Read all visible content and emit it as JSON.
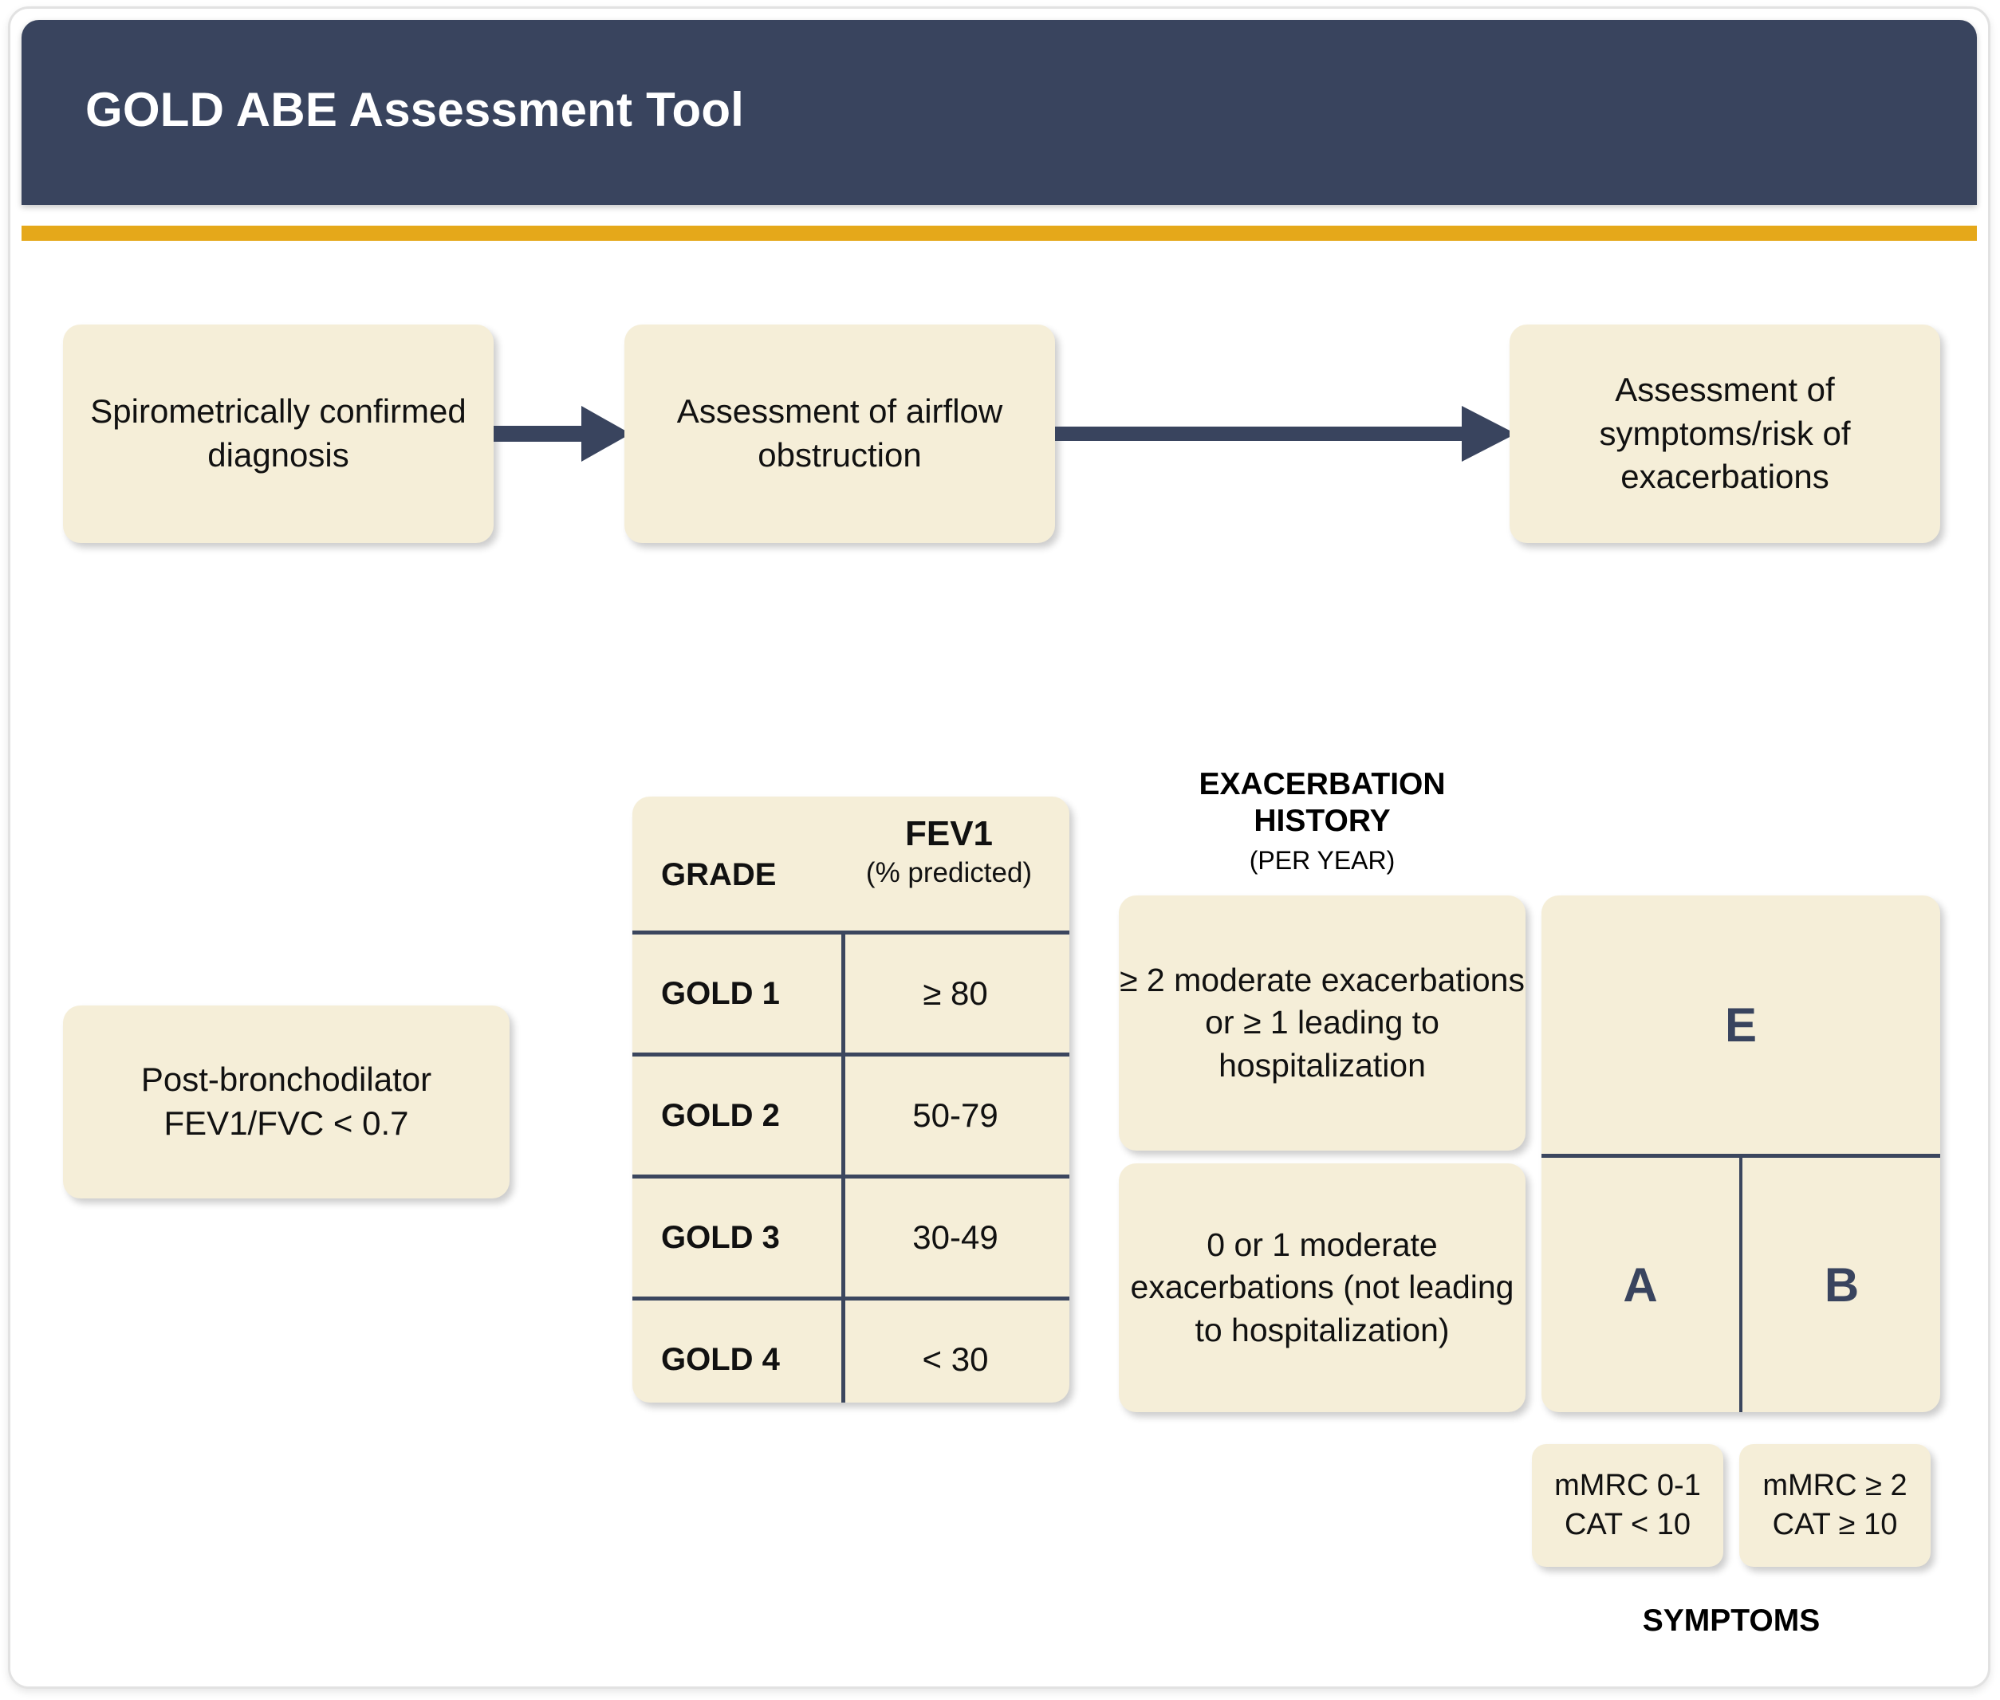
{
  "header": {
    "title": "GOLD ABE Assessment Tool",
    "bar_color": "#39445e",
    "accent_color": "#e5a81a"
  },
  "flow": {
    "step1": "Spirometrically confirmed diagnosis",
    "step2": "Assessment of airflow obstruction",
    "step3": "Assessment of symptoms/risk of exacerbations",
    "arrow1": "arrow-right",
    "arrow2": "arrow-right"
  },
  "criteria": {
    "post_bronchodilator": "Post-bronchodilator FEV1/FVC < 0.7"
  },
  "grade_table": {
    "header_grade": "GRADE",
    "header_fev1": "FEV1",
    "header_fev1_sub": "(% predicted)",
    "rows": [
      {
        "grade": "GOLD 1",
        "value": "≥ 80"
      },
      {
        "grade": "GOLD 2",
        "value": "50-79"
      },
      {
        "grade": "GOLD 3",
        "value": "30-49"
      },
      {
        "grade": "GOLD 4",
        "value": "< 30"
      }
    ]
  },
  "exacerbation": {
    "title_line1": "EXACERBATION",
    "title_line2": "HISTORY",
    "subtitle": "(PER YEAR)",
    "high": "≥ 2 moderate exacerbations or ≥ 1 leading to hospitalization",
    "low": "0 or 1 moderate exacerbations (not leading to hospitalization)"
  },
  "abe_grid": {
    "e": "E",
    "a": "A",
    "b": "B",
    "letter_color": "#39445e"
  },
  "symptoms": {
    "low": "mMRC 0-1 CAT < 10",
    "high": "mMRC ≥ 2 CAT ≥ 10",
    "label": "SYMPTOMS"
  },
  "colors": {
    "box_fill": "#f5eed8",
    "rule": "#3b465e",
    "navy": "#39445e",
    "gold": "#e5a81a"
  }
}
